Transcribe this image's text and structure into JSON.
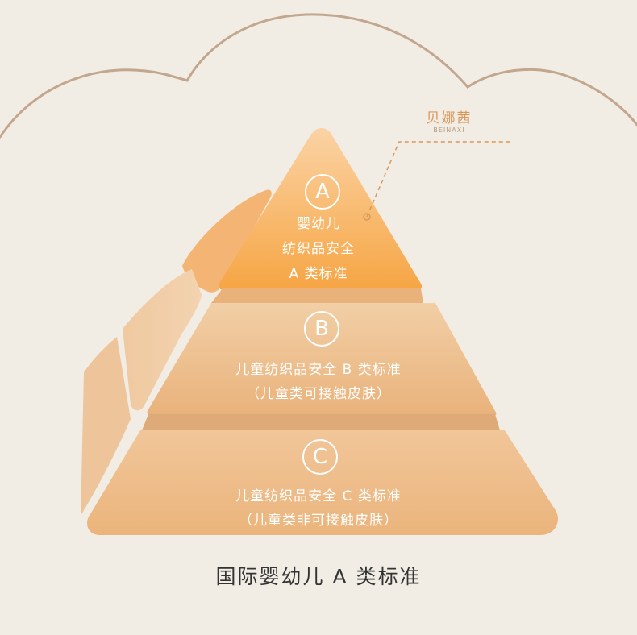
{
  "brand": {
    "name_cn": "贝娜茜",
    "name_en": "BEINAXI"
  },
  "tiers": [
    {
      "letter": "A",
      "lines": [
        "婴幼儿",
        "纺织品安全",
        "A 类标准"
      ]
    },
    {
      "letter": "B",
      "lines": [
        "儿童纺织品安全 B 类标准",
        "（儿童类可接触皮肤）"
      ]
    },
    {
      "letter": "C",
      "lines": [
        "儿童纺织品安全 C 类标准",
        "（儿童类非可接触皮肤）"
      ]
    }
  ],
  "footer": "国际婴幼儿 A 类标准",
  "colors": {
    "background": "#f2ede4",
    "tier_a": "#f6a94e",
    "tier_b": "#eec293",
    "tier_c": "#efbf8c",
    "accent": "#d9975a"
  }
}
